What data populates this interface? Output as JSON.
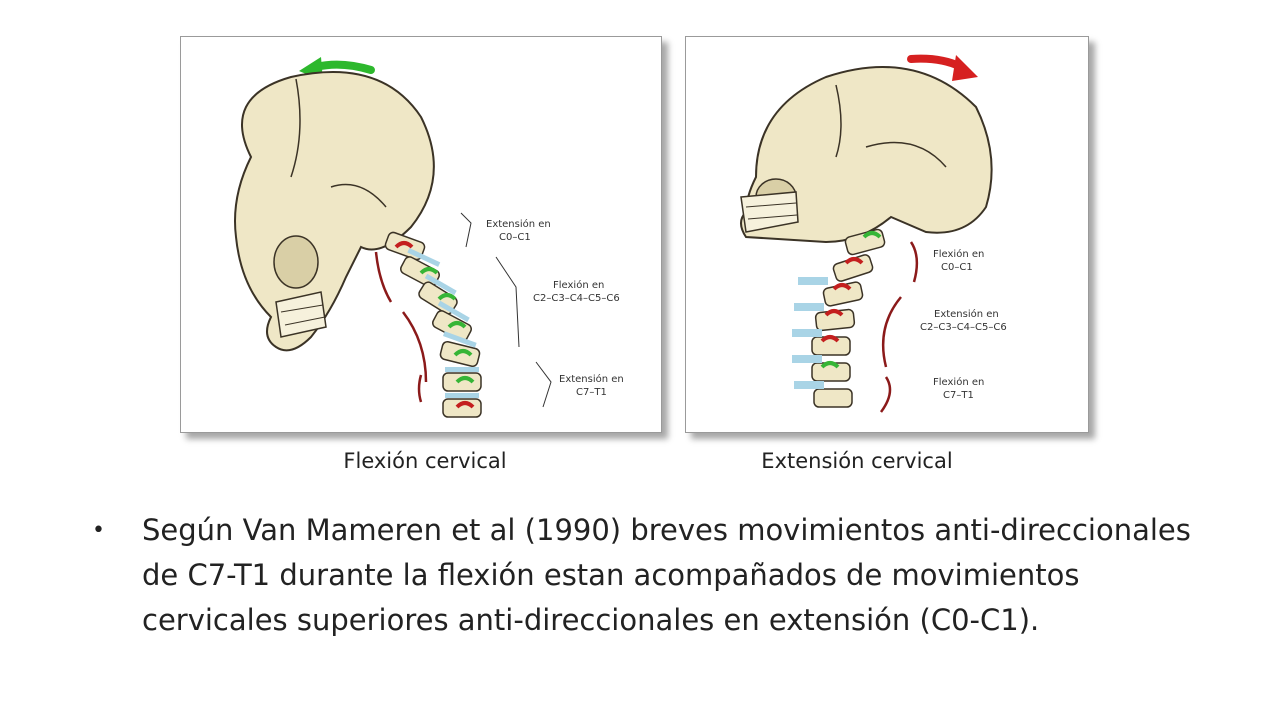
{
  "figures": {
    "left": {
      "caption": "Flexión cervical",
      "labels": {
        "top": [
          "Extensión en",
          "C0–C1"
        ],
        "middle": [
          "Flexión en",
          "C2–C3–C4–C5–C6"
        ],
        "bottom": [
          "Extensión en",
          "C7–T1"
        ]
      },
      "arrow_color": "#2db82d"
    },
    "right": {
      "caption": "Extensión cervical",
      "labels": {
        "top": [
          "Flexión en",
          "C0–C1"
        ],
        "middle": [
          "Extensión en",
          "C2–C3–C4–C5–C6"
        ],
        "bottom": [
          "Flexión en",
          "C7–T1"
        ]
      },
      "arrow_color": "#d62020"
    }
  },
  "body": {
    "bullet_symbol": "•",
    "text": "Según Van Mameren  et al (1990) breves movimientos anti-direccionales de C7-T1 durante la flexión estan acompañados  de movimientos cervicales superiores anti-direccionales en extensión (C0-C1)."
  },
  "colors": {
    "bone": "#efe7c6",
    "bone_outline": "#3b3326",
    "disc": "#a9d4e6",
    "flex_green": "#36b536",
    "ext_red": "#c41f1f",
    "curve_red": "#8b1a1a"
  }
}
